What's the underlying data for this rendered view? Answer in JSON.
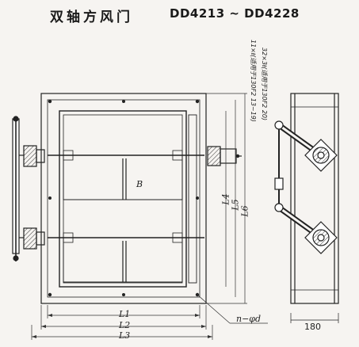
{
  "header": {
    "title_cn": "双轴方风门",
    "title_code": "DD4213 ~ DD4228"
  },
  "dimensions": {
    "B": "B",
    "L1": "L1",
    "L2": "L2",
    "L3": "L3",
    "L4": "L4",
    "L5": "L5",
    "L6": "L6",
    "bolt_holes": "n−φd",
    "side_width": "180"
  },
  "notes": {
    "shaft_small": "11×ᵵ(适用于130F2 13~19)",
    "shaft_large": "32×3ᵵ(适用于130F2 20)"
  }
}
